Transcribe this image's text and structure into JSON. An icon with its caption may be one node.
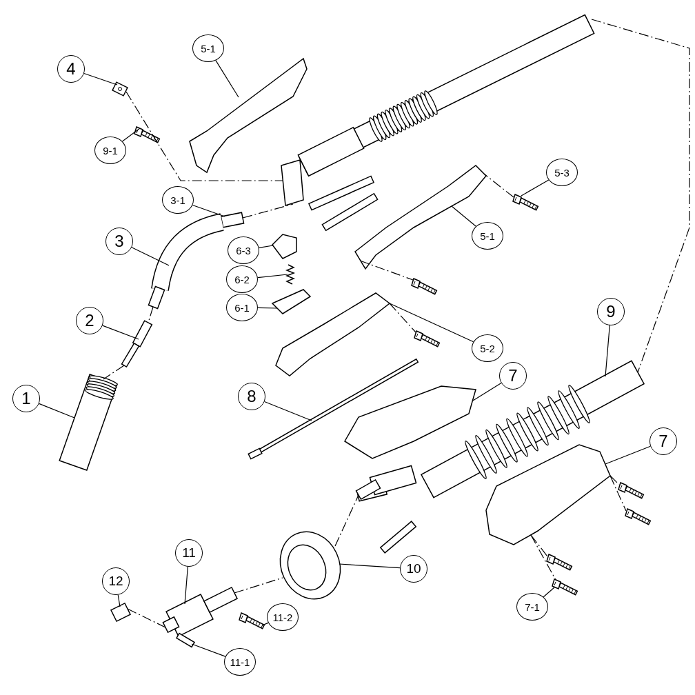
{
  "diagram": {
    "nodes": [
      {
        "text": [
          "4"
        ]
      },
      {
        "text": [
          "5-1"
        ]
      },
      {
        "text": [
          "9-1"
        ]
      },
      {
        "text": [
          "3-1"
        ]
      },
      {
        "text": [
          "5-3"
        ]
      },
      {
        "text": [
          "3"
        ]
      },
      {
        "text": [
          "6-3"
        ]
      },
      {
        "text": [
          "5-1"
        ]
      },
      {
        "text": [
          "6-2"
        ]
      },
      {
        "text": [
          "2"
        ]
      },
      {
        "text": [
          "6-1"
        ]
      },
      {
        "text": [
          "5-2"
        ]
      },
      {
        "text": [
          "9"
        ]
      },
      {
        "text": [
          "8"
        ]
      },
      {
        "text": [
          "7"
        ]
      },
      {
        "text": [
          "1"
        ]
      },
      {
        "text": [
          "7"
        ]
      },
      {
        "text": [
          "10"
        ]
      },
      {
        "text": [
          "11"
        ]
      },
      {
        "text": [
          "12"
        ]
      },
      {
        "text": [
          "11-2"
        ]
      },
      {
        "text": [
          "7-1"
        ]
      },
      {
        "text": [
          "11-1"
        ]
      },
      {
        "text": [],
        "shape": "picture"
      },
      {
        "text": [],
        "shape": "picture"
      },
      {
        "text": [],
        "shape": "picture"
      },
      {
        "text": [],
        "shape": "picture"
      },
      {
        "text": [],
        "shape": "picture"
      },
      {
        "text": [],
        "shape": "picture"
      },
      {
        "text": [],
        "shape": "picture"
      },
      {
        "text": [],
        "shape": "picture"
      },
      {
        "text": [],
        "shape": "picture"
      },
      {
        "text": [],
        "shape": "picture"
      },
      {
        "text": [],
        "shape": "picture"
      },
      {
        "text": [],
        "shape": "picture"
      },
      {
        "text": [],
        "shape": "picture"
      },
      {
        "text": [],
        "shape": "picture"
      },
      {
        "text": [],
        "shape": "picture"
      },
      {
        "text": [],
        "shape": "picture"
      },
      {
        "text": [],
        "shape": "picture"
      },
      {
        "text": [],
        "shape": "picture"
      },
      {
        "text": [],
        "shape": "picture"
      },
      {
        "text": [],
        "shape": "picture"
      },
      {
        "text": [],
        "shape": "picture"
      },
      {
        "text": [],
        "shape": "picture"
      },
      {
        "text": [],
        "shape": "picture"
      },
      {
        "text": [],
        "shape": "picture"
      },
      {
        "text": [],
        "shape": "picture"
      },
      {
        "text": [],
        "shape": "picture"
      },
      {
        "text": [],
        "shape": "picture"
      },
      {
        "text": [],
        "shape": "picture"
      },
      {
        "text": [],
        "shape": "picture"
      },
      {
        "text": [],
        "shape": "picture"
      },
      {
        "text": [],
        "shape": "picture"
      }
    ],
    "edges": [
      {
        "from": 0,
        "to": 23,
        "arrow": "none"
      },
      {
        "from": 1,
        "to": 24,
        "arrow": "none"
      },
      {
        "from": 2,
        "to": 25,
        "arrow": "none"
      },
      {
        "from": 3,
        "to": 26,
        "arrow": "none"
      },
      {
        "from": 4,
        "to": 27,
        "arrow": "none"
      },
      {
        "from": 5,
        "to": 28,
        "arrow": "none"
      },
      {
        "from": 6,
        "to": 29,
        "arrow": "none"
      },
      {
        "from": 7,
        "to": 30,
        "arrow": "none"
      },
      {
        "from": 8,
        "to": 31,
        "arrow": "none"
      },
      {
        "from": 9,
        "to": 32,
        "arrow": "none"
      },
      {
        "from": 10,
        "to": 33,
        "arrow": "none"
      },
      {
        "from": 11,
        "to": 34,
        "arrow": "none"
      },
      {
        "from": 12,
        "to": 35,
        "arrow": "none"
      },
      {
        "from": 13,
        "to": 36,
        "arrow": "none"
      },
      {
        "from": 14,
        "to": 37,
        "arrow": "none"
      },
      {
        "from": 15,
        "to": 38,
        "arrow": "none"
      },
      {
        "from": 16,
        "to": 39,
        "arrow": "none"
      },
      {
        "from": 17,
        "to": 40,
        "arrow": "none"
      },
      {
        "from": 18,
        "to": 41,
        "arrow": "none"
      },
      {
        "from": 19,
        "to": 42,
        "arrow": "none"
      },
      {
        "from": 20,
        "to": 43,
        "arrow": "none"
      },
      {
        "from": 21,
        "to": 44,
        "arrow": "none"
      },
      {
        "from": 22,
        "to": 45,
        "arrow": "none"
      },
      {
        "from": 23,
        "to": 46,
        "arrow": "none",
        "style": "dashed"
      },
      {
        "from": 26,
        "to": 46,
        "arrow": "none",
        "style": "dashed"
      },
      {
        "from": 27,
        "to": 30,
        "arrow": "none",
        "style": "dashed"
      },
      {
        "from": 30,
        "to": 47,
        "arrow": "none",
        "style": "dashed"
      },
      {
        "from": 34,
        "to": 48,
        "arrow": "none",
        "style": "dashed"
      },
      {
        "from": 28,
        "to": 32,
        "arrow": "none",
        "style": "dashed"
      },
      {
        "from": 32,
        "to": 38,
        "arrow": "none",
        "style": "dashed"
      },
      {
        "from": 42,
        "to": 41,
        "arrow": "none",
        "style": "dashed"
      },
      {
        "from": 41,
        "to": 40,
        "arrow": "none",
        "style": "dashed"
      },
      {
        "from": 40,
        "to": 49,
        "arrow": "none",
        "style": "dashed"
      },
      {
        "from": 39,
        "to": 50,
        "arrow": "none",
        "style": "dashed"
      },
      {
        "from": 39,
        "to": 51,
        "arrow": "none",
        "style": "dashed"
      },
      {
        "from": 39,
        "to": 52,
        "arrow": "none",
        "style": "dashed"
      },
      {
        "from": 39,
        "to": 44,
        "arrow": "none",
        "style": "dashed"
      },
      {
        "from": 53,
        "to": 35,
        "arrow": "none",
        "style": "dashed"
      }
    ]
  }
}
